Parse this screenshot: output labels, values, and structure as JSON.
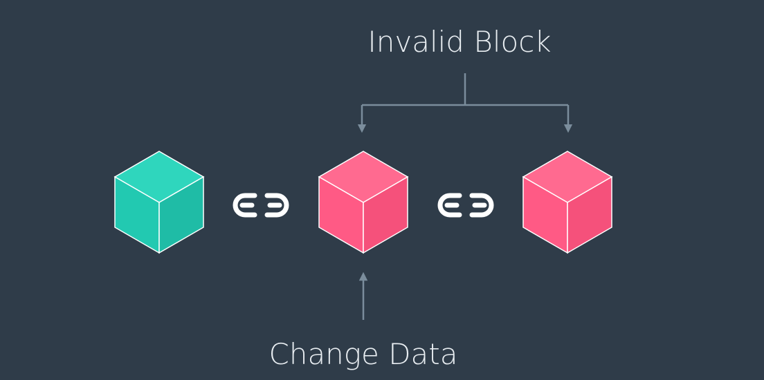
{
  "diagram": {
    "top_label": "Invalid Block",
    "bottom_label": "Change Data",
    "blocks": [
      {
        "state": "valid"
      },
      {
        "state": "invalid"
      },
      {
        "state": "invalid"
      }
    ],
    "links": 2
  },
  "colors": {
    "background": "#2f3c49",
    "valid_block_top": "#2fd6bd",
    "valid_block_left": "#22c9b1",
    "valid_block_right": "#1fbca6",
    "invalid_block_top": "#ff6a90",
    "invalid_block_left": "#ff5a85",
    "invalid_block_right": "#f5517b",
    "block_edge": "#ffffff",
    "connector": "#7b8d9c",
    "link_icon": "#ffffff",
    "text": "#e8edf1"
  },
  "icons": {
    "link": "chain-link-icon",
    "arrow": "arrow-icon"
  }
}
